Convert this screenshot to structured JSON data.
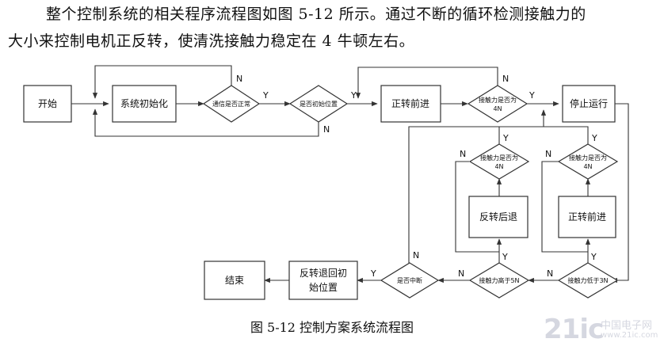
{
  "paragraph": {
    "line1": "整个控制系统的相关程序流程图如图 5-12 所示。通过不断的循环检测接触力的",
    "line2": "大小来控制电机正反转，使清洗接触力稳定在 4 牛顿左右。"
  },
  "flowchart": {
    "start": "开始",
    "init": "系统初始化",
    "check_comm": "通信是否正常",
    "check_init_pos": "是否初始位置",
    "forward": "正转前进",
    "check_force_4n": [
      "接触力是否为",
      "4N"
    ],
    "stop": "停止运行",
    "check_force_4n_left": [
      "接触力是否为",
      "4N"
    ],
    "reverse_back": "反转后退",
    "check_force_4n_right": [
      "接触力是否为",
      "4N"
    ],
    "forward_right": "正转前进",
    "check_below_3n": "接触力低于3N",
    "check_above_5n": "接触力高于5N",
    "check_interrupt": "是否中断",
    "reverse_return": [
      "反转退回初",
      "始位置"
    ],
    "end": "结束",
    "yes": "Y",
    "no": "N"
  },
  "caption": "图 5-12 控制方案系统流程图",
  "watermark": {
    "main": "21ic",
    "side": "中国电子网",
    "url": "www.21ic.com"
  }
}
